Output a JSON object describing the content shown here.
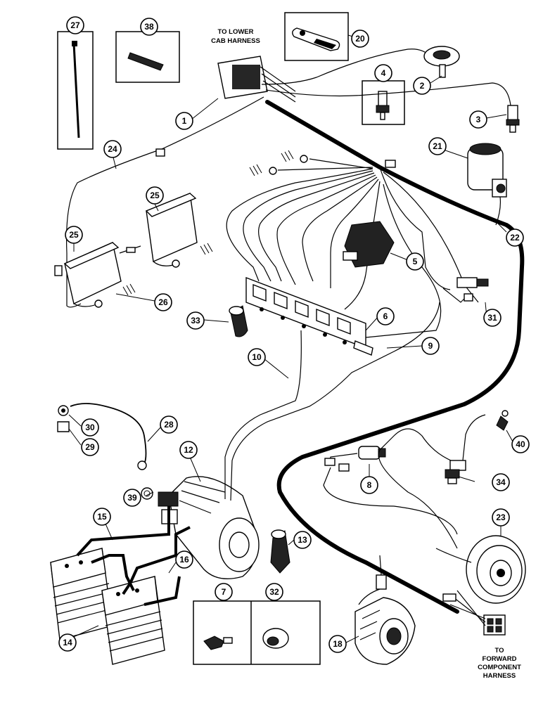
{
  "captions": {
    "lower_cab": [
      "TO LOWER",
      "CAB HARNESS"
    ],
    "forward": [
      "TO",
      "FORWARD",
      "COMPONENT",
      "HARNESS"
    ]
  },
  "callouts": [
    {
      "id": "c27",
      "label": "27"
    },
    {
      "id": "c38",
      "label": "38"
    },
    {
      "id": "c20",
      "label": "20"
    },
    {
      "id": "c1",
      "label": "1"
    },
    {
      "id": "c2",
      "label": "2"
    },
    {
      "id": "c4",
      "label": "4"
    },
    {
      "id": "c3",
      "label": "3"
    },
    {
      "id": "c24",
      "label": "24"
    },
    {
      "id": "c21",
      "label": "21"
    },
    {
      "id": "c25a",
      "label": "25"
    },
    {
      "id": "c25b",
      "label": "25"
    },
    {
      "id": "c22",
      "label": "22"
    },
    {
      "id": "c5",
      "label": "5"
    },
    {
      "id": "c26",
      "label": "26"
    },
    {
      "id": "c31",
      "label": "31"
    },
    {
      "id": "c33",
      "label": "33"
    },
    {
      "id": "c6",
      "label": "6"
    },
    {
      "id": "c9",
      "label": "9"
    },
    {
      "id": "c10",
      "label": "10"
    },
    {
      "id": "c30",
      "label": "30"
    },
    {
      "id": "c28",
      "label": "28"
    },
    {
      "id": "c29",
      "label": "29"
    },
    {
      "id": "c12",
      "label": "12"
    },
    {
      "id": "c40",
      "label": "40"
    },
    {
      "id": "c8",
      "label": "8"
    },
    {
      "id": "c34",
      "label": "34"
    },
    {
      "id": "c39",
      "label": "39"
    },
    {
      "id": "c15",
      "label": "15"
    },
    {
      "id": "c13",
      "label": "13"
    },
    {
      "id": "c23",
      "label": "23"
    },
    {
      "id": "c16",
      "label": "16"
    },
    {
      "id": "c7",
      "label": "7"
    },
    {
      "id": "c32",
      "label": "32"
    },
    {
      "id": "c14",
      "label": "14"
    },
    {
      "id": "c18",
      "label": "18"
    }
  ]
}
